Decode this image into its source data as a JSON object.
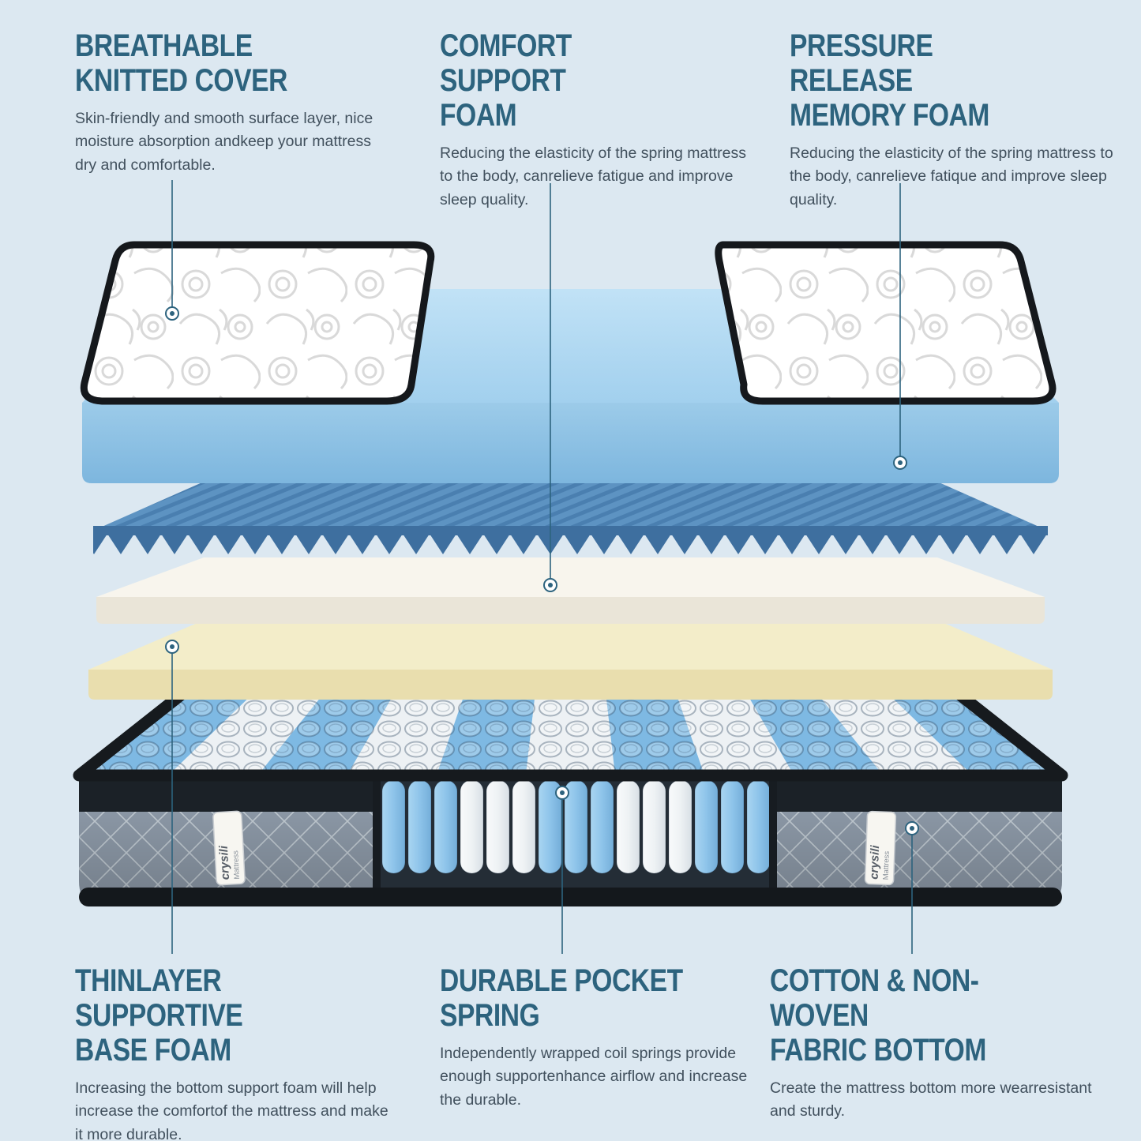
{
  "background_color": "#dce8f1",
  "accent_color": "#2d637e",
  "body_text_color": "#41505d",
  "callouts": {
    "top": [
      {
        "title_line1": "BREATHABLE",
        "title_line2": "KNITTED COVER",
        "body": "Skin-friendly and smooth surface layer, nice moisture absorption andkeep your mattress dry and comfortable."
      },
      {
        "title_line1": "COMFORT SUPPORT",
        "title_line2": "FOAM",
        "body": "Reducing the elasticity of the spring mattress to the body, canrelieve fatigue and improve sleep quality."
      },
      {
        "title_line1": "PRESSURE RELEASE",
        "title_line2": "MEMORY FOAM",
        "body": "Reducing the elasticity of the spring mattress to the body, canrelieve fatique and improve sleep quality."
      }
    ],
    "bottom": [
      {
        "title_line1": "THINLAYER SUPPORTIVE",
        "title_line2": "BASE FOAM",
        "body": "Increasing the bottom support foam will help increase the comfortof the mattress and make it more durable."
      },
      {
        "title_line1": "DURABLE POCKET",
        "title_line2": "SPRING",
        "body": "Independently wrapped coil springs provide enough supportenhance airflow and increase the durable."
      },
      {
        "title_line1": "COTTON & NON-WOVEN",
        "title_line2": "FABRIC BOTTOM",
        "body": "Create the mattress bottom more wearresistant and sturdy."
      }
    ]
  },
  "mattress_label": {
    "brand": "crysili",
    "product": "Mattress"
  }
}
